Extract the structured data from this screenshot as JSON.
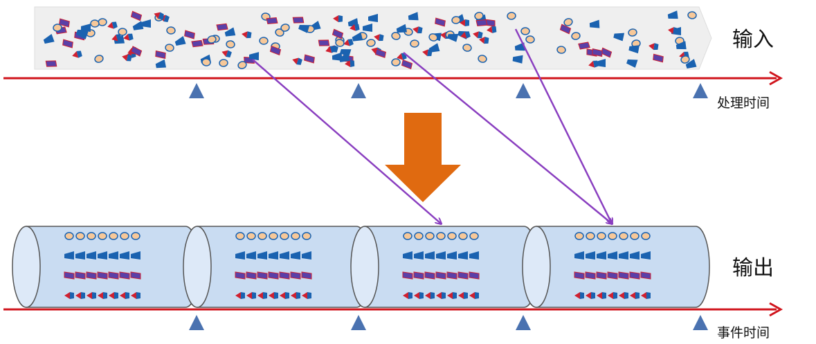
{
  "labels": {
    "input": "输入",
    "output": "输出",
    "processing_time": "处理时间",
    "event_time": "事件时间"
  },
  "colors": {
    "axis": "#d0141c",
    "tick": "#4a72b0",
    "arrow": "#8a3fc0",
    "big_arrow": "#e06a10",
    "stream_bg": "#efefef",
    "cylinder": "#c9dcf2",
    "shape_blue": "#1a62b0",
    "shape_purple": "#5a40a8",
    "shape_red": "#d02030",
    "circle_fill": "#f7c899",
    "circle_stroke": "#1a62b0"
  },
  "windows": [
    {
      "rows": [
        "circle",
        "trapezoid",
        "parallelogram",
        "triangle"
      ]
    },
    {
      "rows": [
        "circle",
        "trapezoid",
        "parallelogram",
        "triangle"
      ]
    },
    {
      "rows": [
        "circle",
        "trapezoid",
        "parallelogram",
        "triangle"
      ]
    },
    {
      "rows": [
        "circle",
        "trapezoid",
        "parallelogram",
        "triangle"
      ]
    }
  ]
}
